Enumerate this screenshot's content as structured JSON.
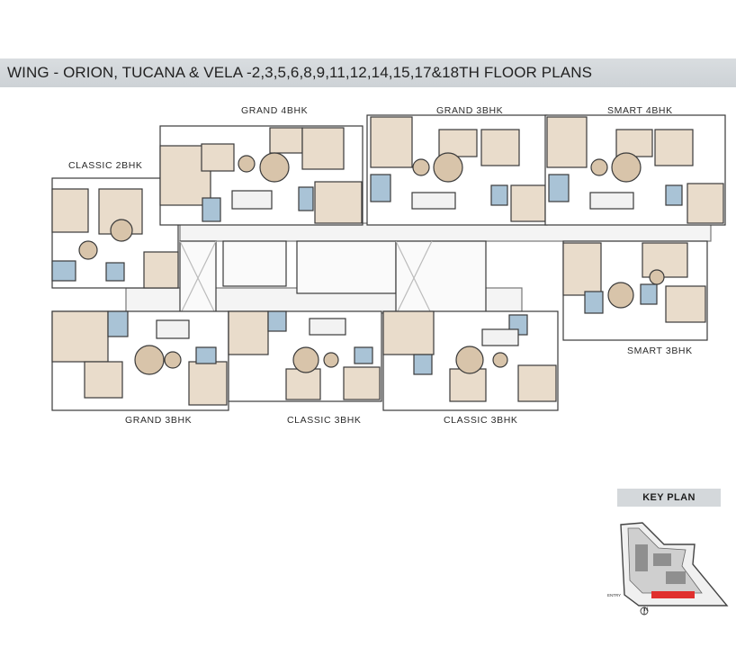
{
  "title": "WING - ORION, TUCANA & VELA -2,3,5,6,8,9,11,12,14,15,17&18TH FLOOR PLANS",
  "units": {
    "classic_2bhk": "CLASSIC 2BHK",
    "grand_4bhk": "GRAND 4BHK",
    "grand_3bhk_top": "GRAND 3BHK",
    "smart_4bhk": "SMART 4BHK",
    "smart_3bhk": "SMART 3BHK",
    "grand_3bhk_bottom": "GRAND 3BHK",
    "classic_3bhk_a": "CLASSIC 3BHK",
    "classic_3bhk_b": "CLASSIC 3BHK"
  },
  "key_plan": {
    "title": "KEY PLAN",
    "entry": "ENTRY",
    "north": "N",
    "highlight_color": "#e0302e"
  },
  "colors": {
    "title_bar": "#d1d6da",
    "room_beige": "#e9dccb",
    "bath_blue": "#a9c3d6",
    "corridor": "#f3f3f3"
  }
}
